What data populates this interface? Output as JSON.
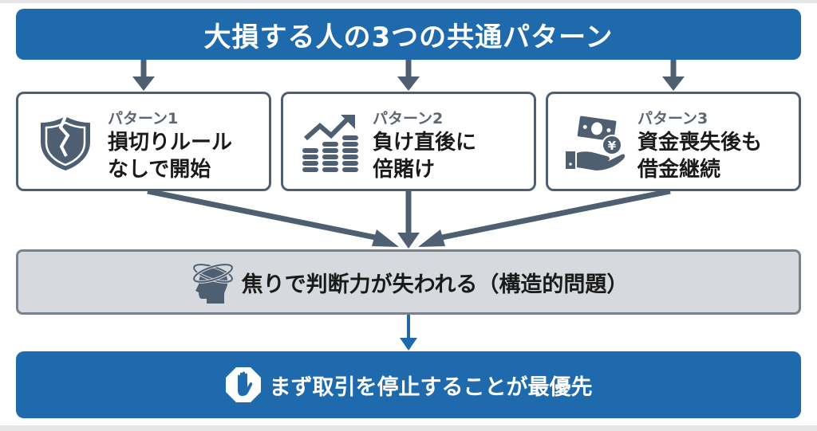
{
  "title": "大損する人の3つの共通パターン",
  "patterns": [
    {
      "label": "パターン1",
      "line1": "損切りルール",
      "line2": "なしで開始",
      "icon": "broken-shield-icon"
    },
    {
      "label": "パターン2",
      "line1": "負け直後に",
      "line2": "倍賭け",
      "icon": "coins-rising-chart-icon"
    },
    {
      "label": "パターン3",
      "line1": "資金喪失後も",
      "line2": "借金継続",
      "icon": "money-hand-yen-icon"
    }
  ],
  "middle": {
    "text": "焦りで判断力が失われる（構造的問題）",
    "icon": "head-orbit-icon"
  },
  "conclusion": {
    "text": "まず取引を停止することが最優先",
    "icon": "stop-hand-icon"
  },
  "colors": {
    "primary_blue": "#1f6aad",
    "slate": "#4e5f72",
    "middle_gray": "#d6d9dd"
  }
}
